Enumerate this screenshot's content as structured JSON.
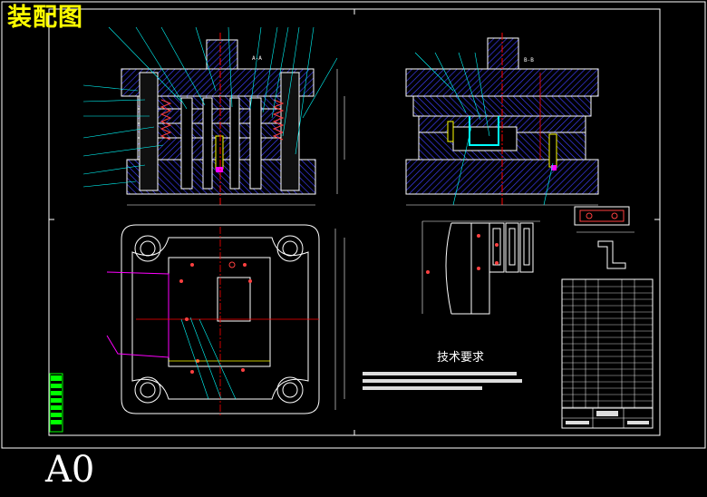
{
  "drawing": {
    "title": "装配图",
    "sheet_size": "A0",
    "tech_requirements_title": "技术要求",
    "section_a": "A-A",
    "section_b": "B-B"
  },
  "colors": {
    "background": "#000000",
    "frame": "#ffffff",
    "cyan": "#00ffff",
    "red": "#ff0000",
    "yellow": "#ffff00",
    "magenta": "#ff00ff",
    "green": "#00ff00",
    "blue": "#4040ff"
  }
}
